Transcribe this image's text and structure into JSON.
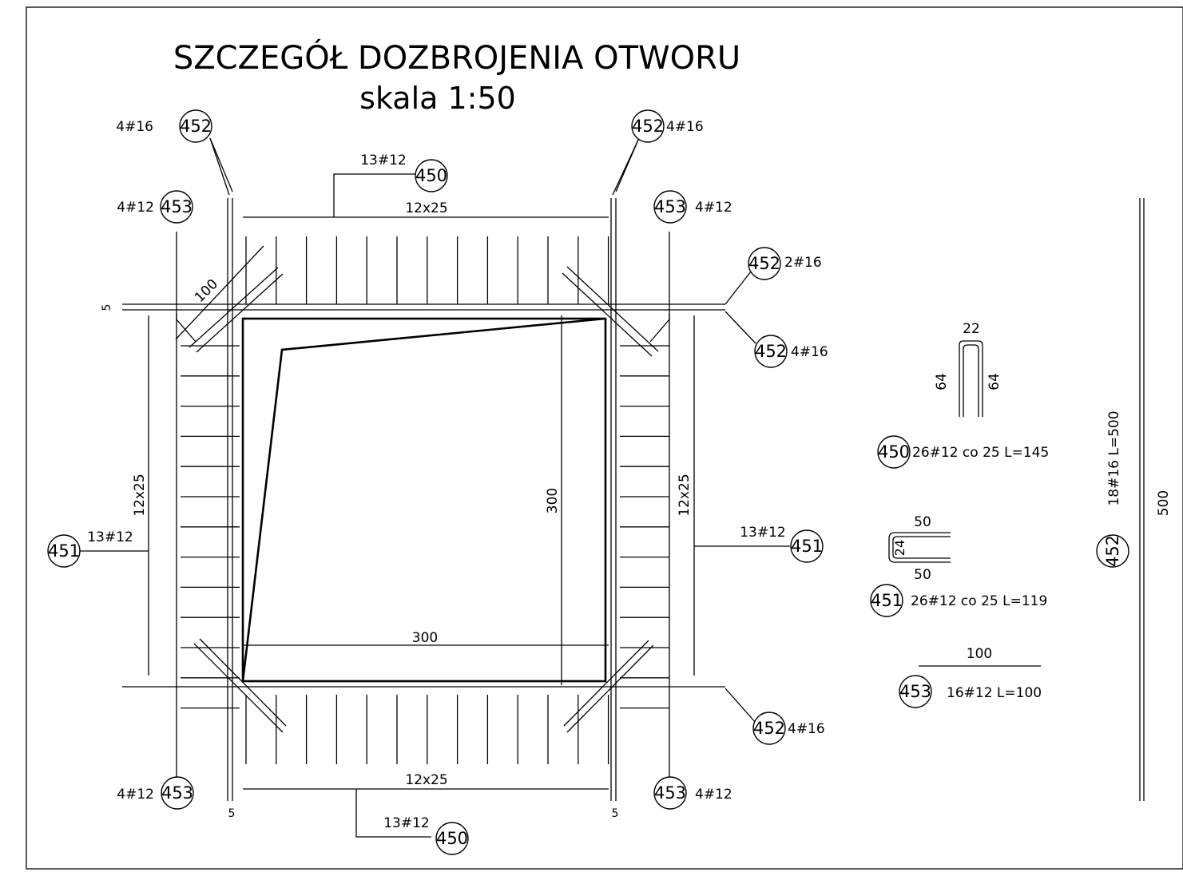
{
  "title": "SZCZEGÓŁ DOZBROJENIA OTWORU",
  "subtitle": "skala 1:50",
  "labels": {
    "c452_tl": "4#16",
    "c452_tr": "4#16",
    "c452_r1": "2#16",
    "c452_r2": "4#16",
    "c452_br": "4#16",
    "c453_tl": "4#12",
    "c453_tr": "4#12",
    "c453_bl": "4#12",
    "c453_br": "4#12",
    "c450_top": "13#12",
    "c450_bot": "13#12",
    "c451_left": "13#12",
    "c451_right": "13#12"
  },
  "dims": {
    "top": "12x25",
    "bottom": "12x25",
    "left": "12x25",
    "right": "12x25",
    "width": "300",
    "height": "300",
    "diag": "100",
    "cover": "5"
  },
  "bubbles": {
    "b450": "450",
    "b451": "451",
    "b452": "452",
    "b453": "453"
  },
  "schedule": {
    "s450": "26#12  co  25  L=145",
    "s450_top": "22",
    "s450_left": "64",
    "s450_right": "64",
    "s451": "26#12  co  25  L=119",
    "s451_top": "50",
    "s451_bot": "50",
    "s451_side": "24",
    "s453": "16#12    L=100",
    "s453_len": "100",
    "s452": "18#16   L=500",
    "s452_len": "500"
  }
}
